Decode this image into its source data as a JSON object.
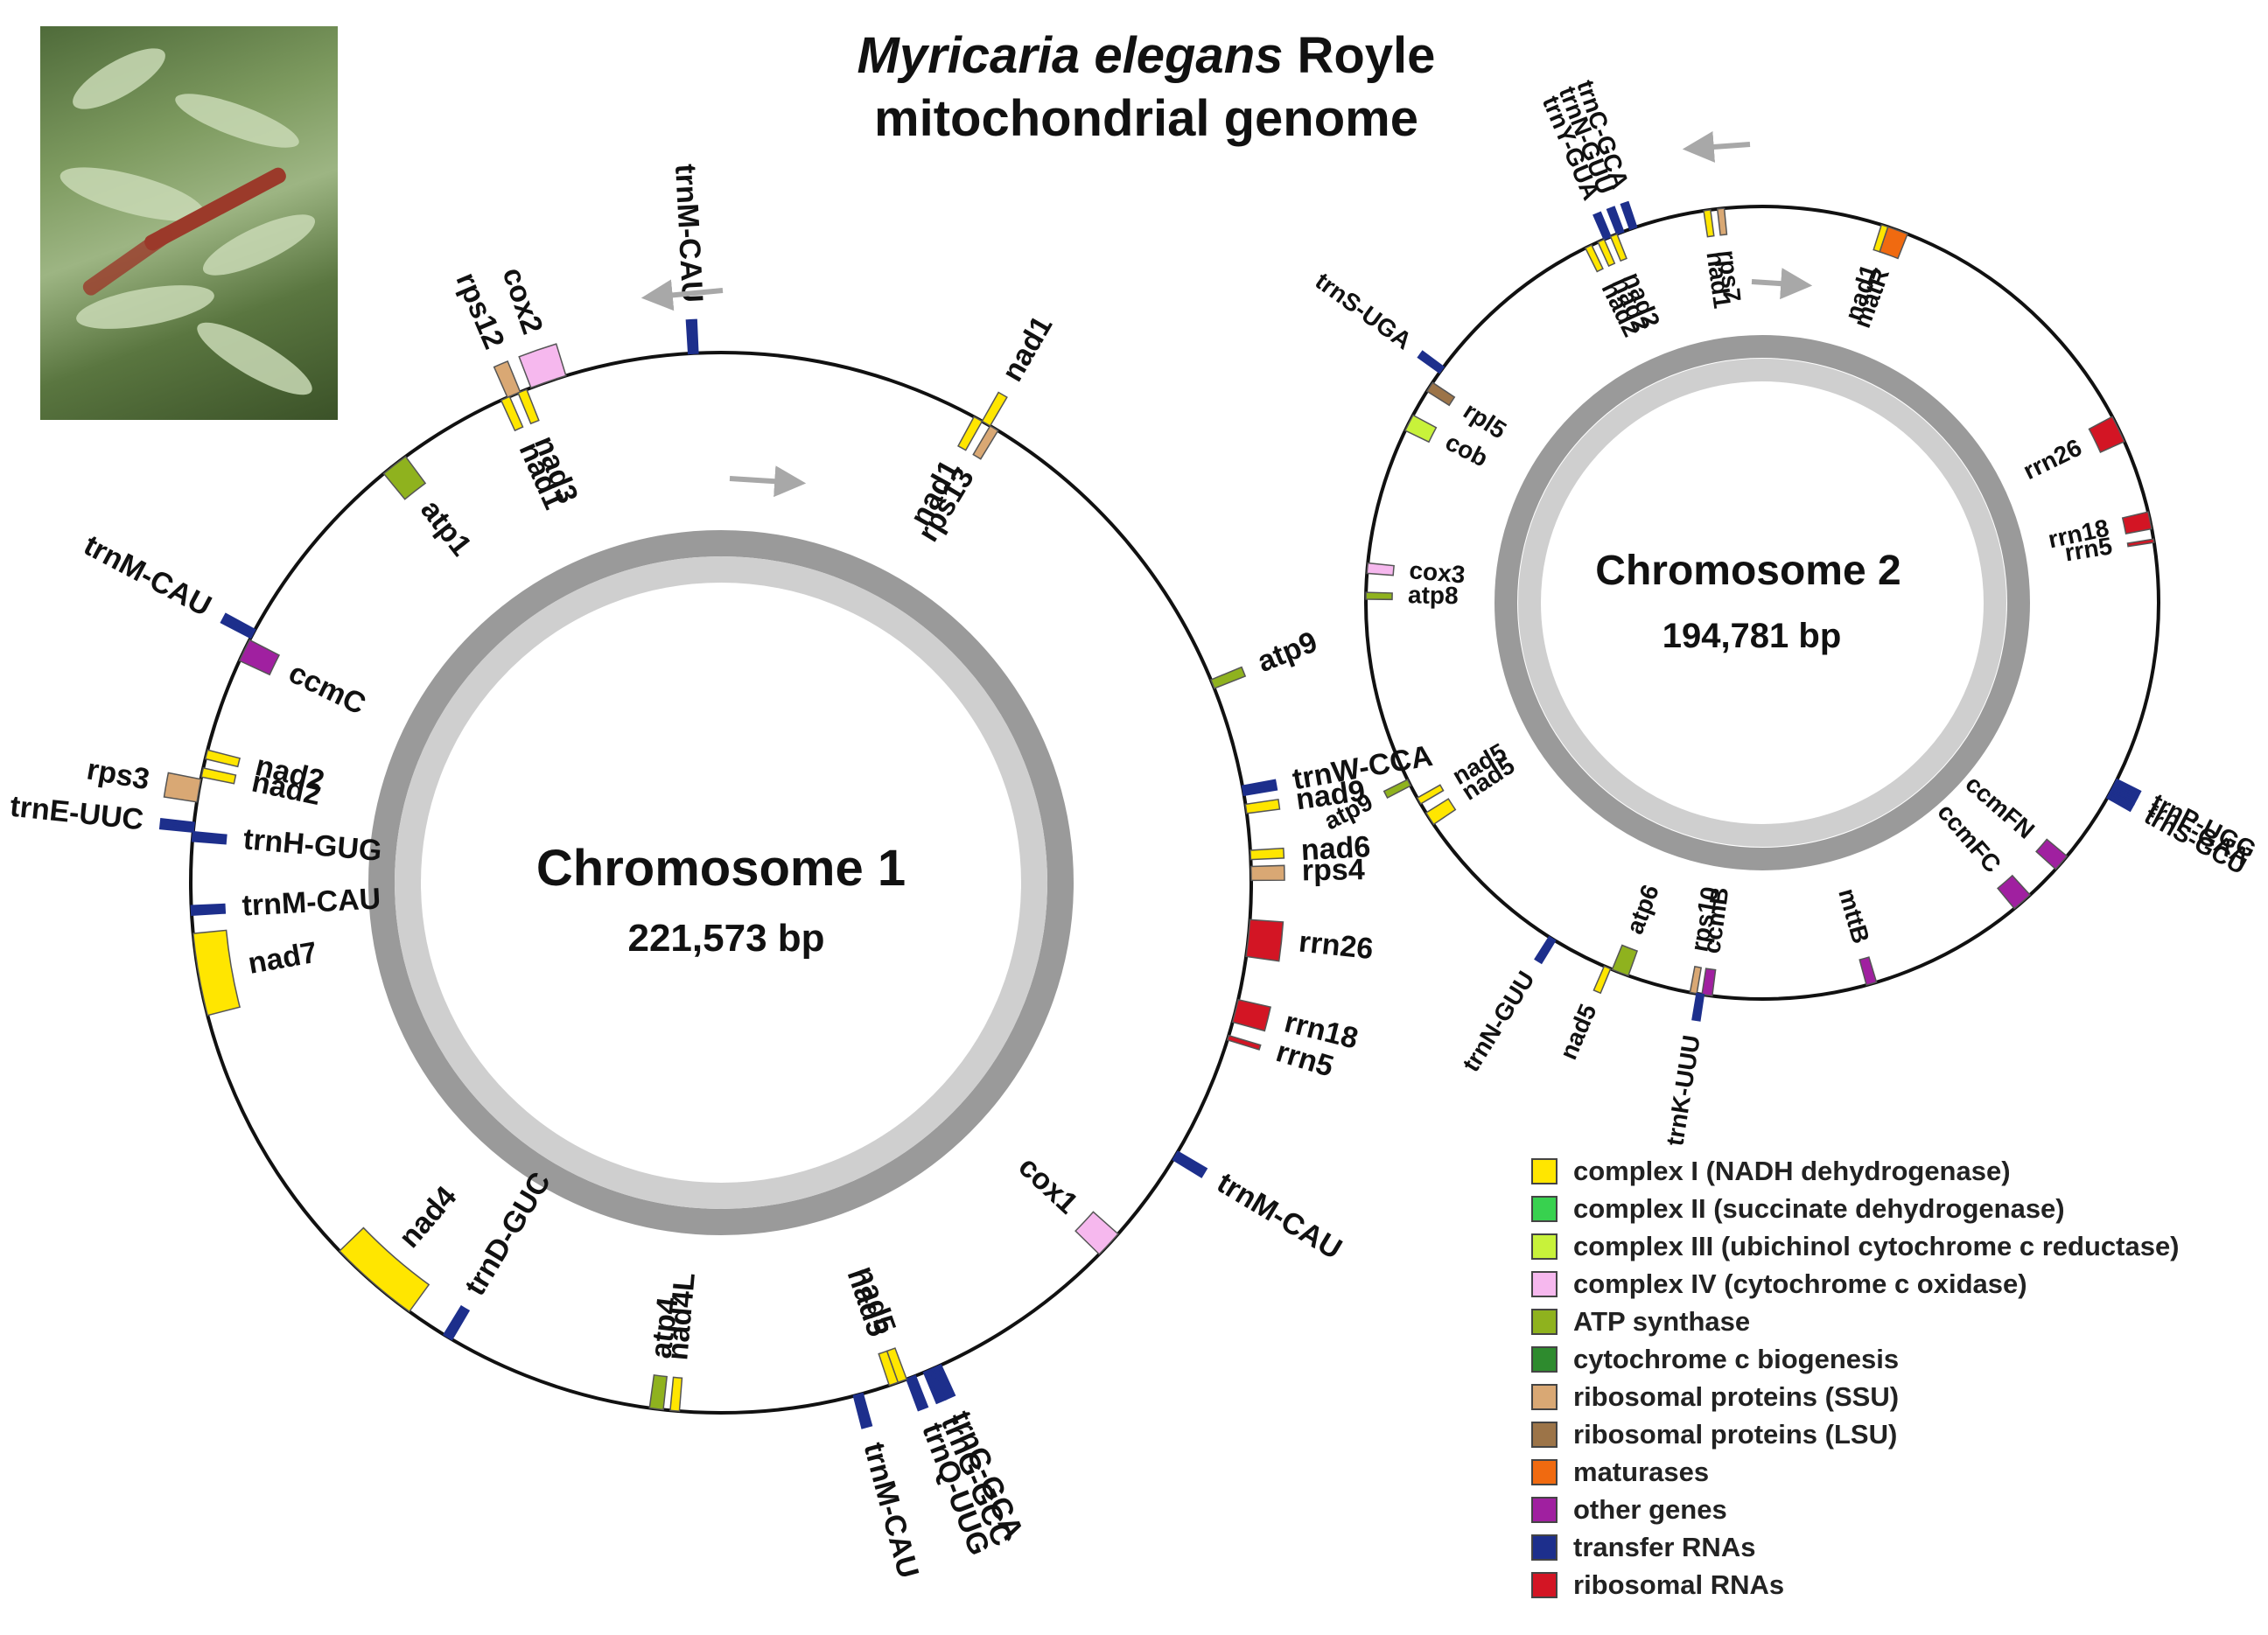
{
  "title": {
    "species": "Myricaria elegans",
    "author": " Royle",
    "line2": "mitochondrial genome"
  },
  "photo": {
    "subject": "Myricaria elegans foliage"
  },
  "chromosomes": [
    {
      "id": "chr1",
      "name": "Chromosome 1",
      "size": "221,573 bp",
      "genes": [
        {
          "label": "trnM-CAU",
          "angle": 357,
          "category": "trna",
          "side": "out",
          "len": 1,
          "tick": true
        },
        {
          "label": "rps12",
          "angle": 337,
          "category": "ssu",
          "side": "out",
          "len": 1.5
        },
        {
          "label": "cox2",
          "angle": 341,
          "category": "complex4",
          "side": "out",
          "len": 4
        },
        {
          "label": "nad3",
          "angle": 338,
          "category": "complex1",
          "side": "in",
          "len": 1
        },
        {
          "label": "nad1",
          "angle": 336,
          "category": "complex1",
          "side": "in",
          "len": 1
        },
        {
          "label": "atp1",
          "angle": 322,
          "category": "atp",
          "side": "in",
          "len": 3
        },
        {
          "label": "nad1",
          "angle": 30,
          "category": "complex1",
          "side": "out",
          "len": 1
        },
        {
          "label": "nad1",
          "angle": 29,
          "category": "complex1",
          "side": "in",
          "len": 1
        },
        {
          "label": "rps13",
          "angle": 31,
          "category": "ssu",
          "side": "in",
          "len": 1
        },
        {
          "label": "trnM-CAU",
          "angle": 298,
          "category": "trna",
          "side": "out",
          "len": 1,
          "tick": true
        },
        {
          "label": "ccmC",
          "angle": 296,
          "category": "other",
          "side": "in",
          "len": 2.5
        },
        {
          "label": "nad2",
          "angle": 284,
          "category": "complex1",
          "side": "in",
          "len": 1
        },
        {
          "label": "nad2",
          "angle": 282,
          "category": "complex1",
          "side": "in",
          "len": 1
        },
        {
          "label": "rps3",
          "angle": 280,
          "category": "ssu",
          "side": "out",
          "len": 2.5
        },
        {
          "label": "trnE-UUC",
          "angle": 276,
          "category": "trna",
          "side": "out",
          "len": 1,
          "tick": true
        },
        {
          "label": "trnH-GUG",
          "angle": 275,
          "category": "trna",
          "side": "in",
          "len": 1,
          "tick": true
        },
        {
          "label": "trnM-CAU",
          "angle": 267,
          "category": "trna",
          "side": "in",
          "len": 1,
          "tick": true
        },
        {
          "label": "nad7",
          "angle": 260,
          "category": "complex1",
          "side": "in",
          "len": 9
        },
        {
          "label": "atp9",
          "angle": 68,
          "category": "atp",
          "side": "out",
          "len": 1
        },
        {
          "label": "trnW-CCA",
          "angle": 80,
          "category": "trna",
          "side": "out",
          "len": 1,
          "tick": true
        },
        {
          "label": "nad9",
          "angle": 82,
          "category": "complex1",
          "side": "out",
          "len": 1
        },
        {
          "label": "nad6",
          "angle": 87,
          "category": "complex1",
          "side": "out",
          "len": 1
        },
        {
          "label": "rps4",
          "angle": 89,
          "category": "ssu",
          "side": "out",
          "len": 1.5
        },
        {
          "label": "rrn26",
          "angle": 96,
          "category": "rrna",
          "side": "out",
          "len": 4
        },
        {
          "label": "rrn18",
          "angle": 104,
          "category": "rrna",
          "side": "out",
          "len": 2.5
        },
        {
          "label": "rrn5",
          "angle": 107,
          "category": "rrna",
          "side": "out",
          "len": 0.5
        },
        {
          "label": "trnM-CAU",
          "angle": 121,
          "category": "trna",
          "side": "out",
          "len": 1,
          "tick": true
        },
        {
          "label": "cox1",
          "angle": 133,
          "category": "complex4",
          "side": "in",
          "len": 3
        },
        {
          "label": "trnC-GCA",
          "angle": 156,
          "category": "trna",
          "side": "out",
          "len": 1,
          "tick": true
        },
        {
          "label": "trnG-GCC",
          "angle": 157,
          "category": "trna",
          "side": "out",
          "len": 1,
          "tick": true
        },
        {
          "label": "trnQ-UUG",
          "angle": 159,
          "category": "trna",
          "side": "out",
          "len": 1,
          "tick": true
        },
        {
          "label": "nad5",
          "angle": 160,
          "category": "complex1",
          "side": "in",
          "len": 1
        },
        {
          "label": "nad5",
          "angle": 161,
          "category": "complex1",
          "side": "in",
          "len": 1
        },
        {
          "label": "trnM-CAU",
          "angle": 165,
          "category": "trna",
          "side": "out",
          "len": 1,
          "tick": true
        },
        {
          "label": "atp4",
          "angle": 187,
          "category": "atp",
          "side": "in",
          "len": 1.5
        },
        {
          "label": "nad4L",
          "angle": 185,
          "category": "complex1",
          "side": "in",
          "len": 1
        },
        {
          "label": "trnD-GUC",
          "angle": 211,
          "category": "trna",
          "side": "in",
          "len": 1,
          "tick": true
        },
        {
          "label": "nad4",
          "angle": 221,
          "category": "complex1",
          "side": "in",
          "len": 10
        }
      ]
    },
    {
      "id": "chr2",
      "name": "Chromosome 2",
      "size": "194,781 bp",
      "genes": [
        {
          "label": "trnC-GCA",
          "angle": 341,
          "category": "trna",
          "side": "out",
          "len": 1,
          "tick": true
        },
        {
          "label": "trnN-GUU",
          "angle": 339,
          "category": "trna",
          "side": "out",
          "len": 1,
          "tick": true
        },
        {
          "label": "trnY-GUA",
          "angle": 337,
          "category": "trna",
          "side": "out",
          "len": 1,
          "tick": true
        },
        {
          "label": "nad2",
          "angle": 338,
          "category": "complex1",
          "side": "in",
          "len": 1
        },
        {
          "label": "nad2",
          "angle": 336,
          "category": "complex1",
          "side": "in",
          "len": 1
        },
        {
          "label": "nad2",
          "angle": 334,
          "category": "complex1",
          "side": "in",
          "len": 1
        },
        {
          "label": "rps7",
          "angle": 354,
          "category": "ssu",
          "side": "in",
          "len": 1
        },
        {
          "label": "nad1",
          "angle": 352,
          "category": "complex1",
          "side": "in",
          "len": 1
        },
        {
          "label": "nad1",
          "angle": 18,
          "category": "complex1",
          "side": "in",
          "len": 1
        },
        {
          "label": "matR",
          "angle": 20,
          "category": "maturase",
          "side": "in",
          "len": 3
        },
        {
          "label": "trnS-UGA",
          "angle": 306,
          "category": "trna",
          "side": "out",
          "len": 1,
          "tick": true
        },
        {
          "label": "rpl5",
          "angle": 303,
          "category": "lsu",
          "side": "in",
          "len": 1.5
        },
        {
          "label": "cob",
          "angle": 297,
          "category": "complex3",
          "side": "in",
          "len": 2.5
        },
        {
          "label": "rrn26",
          "angle": 64,
          "category": "rrna",
          "side": "in",
          "len": 4
        },
        {
          "label": "rrn18",
          "angle": 78,
          "category": "rrna",
          "side": "in",
          "len": 2.5
        },
        {
          "label": "rrn5",
          "angle": 81,
          "category": "rrna",
          "side": "in",
          "len": 0.5
        },
        {
          "label": "cox3",
          "angle": 275,
          "category": "complex4",
          "side": "in",
          "len": 1.5
        },
        {
          "label": "atp8",
          "angle": 271,
          "category": "atp",
          "side": "in",
          "len": 1
        },
        {
          "label": "atp9",
          "angle": 243,
          "category": "atp",
          "side": "out",
          "len": 1
        },
        {
          "label": "nad5",
          "angle": 240,
          "category": "complex1",
          "side": "in",
          "len": 1
        },
        {
          "label": "nad5",
          "angle": 237,
          "category": "complex1",
          "side": "in",
          "len": 2
        },
        {
          "label": "trnP-UGG",
          "angle": 117,
          "category": "trna",
          "side": "out",
          "len": 1,
          "tick": true
        },
        {
          "label": "trnF-GAA",
          "angle": 118,
          "category": "trna",
          "side": "out",
          "len": 1,
          "tick": true
        },
        {
          "label": "trnS-GCU",
          "angle": 119,
          "category": "trna",
          "side": "out",
          "len": 1,
          "tick": true
        },
        {
          "label": "ccmFN",
          "angle": 131,
          "category": "other",
          "side": "in",
          "len": 2.5
        },
        {
          "label": "ccmFC",
          "angle": 139,
          "category": "other",
          "side": "in",
          "len": 3
        },
        {
          "label": "mttB",
          "angle": 164,
          "category": "other",
          "side": "in",
          "len": 1.5
        },
        {
          "label": "ccmB",
          "angle": 188,
          "category": "other",
          "side": "in",
          "len": 1.5
        },
        {
          "label": "rps10",
          "angle": 190,
          "category": "ssu",
          "side": "in",
          "len": 1
        },
        {
          "label": "atp6",
          "angle": 201,
          "category": "atp",
          "side": "in",
          "len": 2.5
        },
        {
          "label": "nad5",
          "angle": 203,
          "category": "complex1",
          "side": "out",
          "len": 1
        },
        {
          "label": "trnK-UUU",
          "angle": 189,
          "category": "trna",
          "side": "out",
          "len": 1,
          "tick": true
        },
        {
          "label": "trnN-GUU",
          "angle": 212,
          "category": "trna",
          "side": "out",
          "len": 1,
          "tick": true
        }
      ]
    }
  ],
  "legend": [
    {
      "key": "complex1",
      "label": "complex I (NADH dehydrogenase)",
      "color": "#ffe600"
    },
    {
      "key": "complex2",
      "label": "complex II (succinate dehydrogenase)",
      "color": "#38d14f"
    },
    {
      "key": "complex3",
      "label": "complex III (ubichinol cytochrome c reductase)",
      "color": "#c8f23a"
    },
    {
      "key": "complex4",
      "label": "complex IV (cytochrome c oxidase)",
      "color": "#f6b8ee"
    },
    {
      "key": "atp",
      "label": "ATP synthase",
      "color": "#8fb21e"
    },
    {
      "key": "ccb",
      "label": "cytochrome c biogenesis",
      "color": "#2e8b2e"
    },
    {
      "key": "ssu",
      "label": "ribosomal proteins (SSU)",
      "color": "#d9a874"
    },
    {
      "key": "lsu",
      "label": "ribosomal proteins (LSU)",
      "color": "#9c7448"
    },
    {
      "key": "maturase",
      "label": "maturases",
      "color": "#f06a10"
    },
    {
      "key": "other",
      "label": "other genes",
      "color": "#a020a0"
    },
    {
      "key": "trna",
      "label": "transfer RNAs",
      "color": "#1d2f8c"
    },
    {
      "key": "rrna",
      "label": "ribosomal RNAs",
      "color": "#d31524"
    }
  ]
}
